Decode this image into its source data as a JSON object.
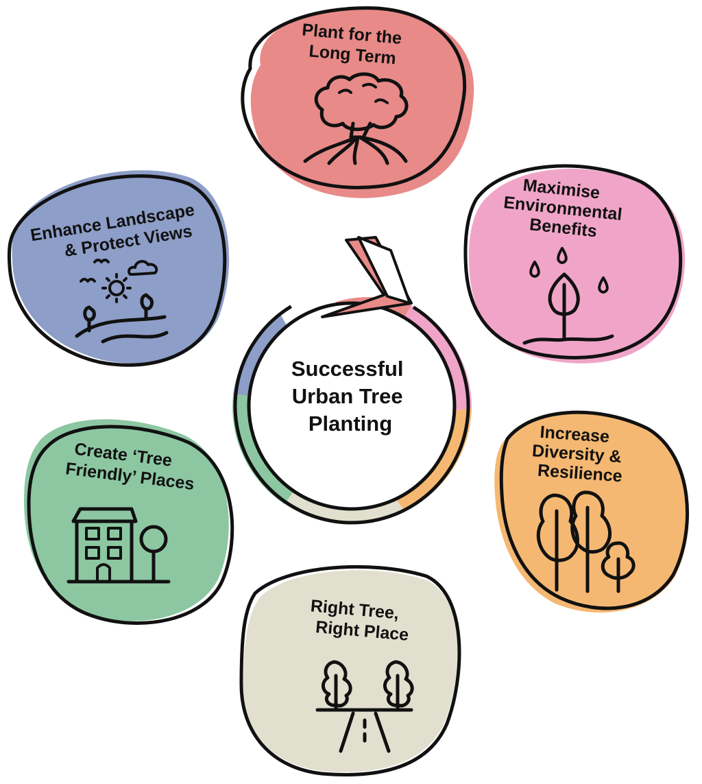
{
  "center": {
    "lines": [
      "Successful",
      "Urban Tree",
      "Planting"
    ]
  },
  "petals": [
    {
      "id": "long-term",
      "lines": [
        "Plant for the",
        "Long Term"
      ],
      "color": "#e88a88",
      "icon": "tree-roots-icon"
    },
    {
      "id": "environmental",
      "lines": [
        "Maximise",
        "Environmental",
        "Benefits"
      ],
      "color": "#f0a5c8",
      "icon": "rain-sapling-icon"
    },
    {
      "id": "diversity",
      "lines": [
        "Increase",
        "Diversity &",
        "Resilience"
      ],
      "color": "#f5b872",
      "icon": "tree-group-icon"
    },
    {
      "id": "right-tree",
      "lines": [
        "Right Tree,",
        "Right Place"
      ],
      "color": "#e1e0cf",
      "icon": "road-trees-icon"
    },
    {
      "id": "tree-friendly",
      "lines": [
        "Create ‘Tree",
        "Friendly’ Places"
      ],
      "color": "#8cc7a2",
      "icon": "building-tree-icon"
    },
    {
      "id": "landscape",
      "lines": [
        "Enhance Landscape",
        "& Protect Views"
      ],
      "color": "#8d9ec8",
      "icon": "landscape-icon"
    }
  ],
  "colors": {
    "outline": "#111111",
    "arrow": "#e88a88"
  }
}
